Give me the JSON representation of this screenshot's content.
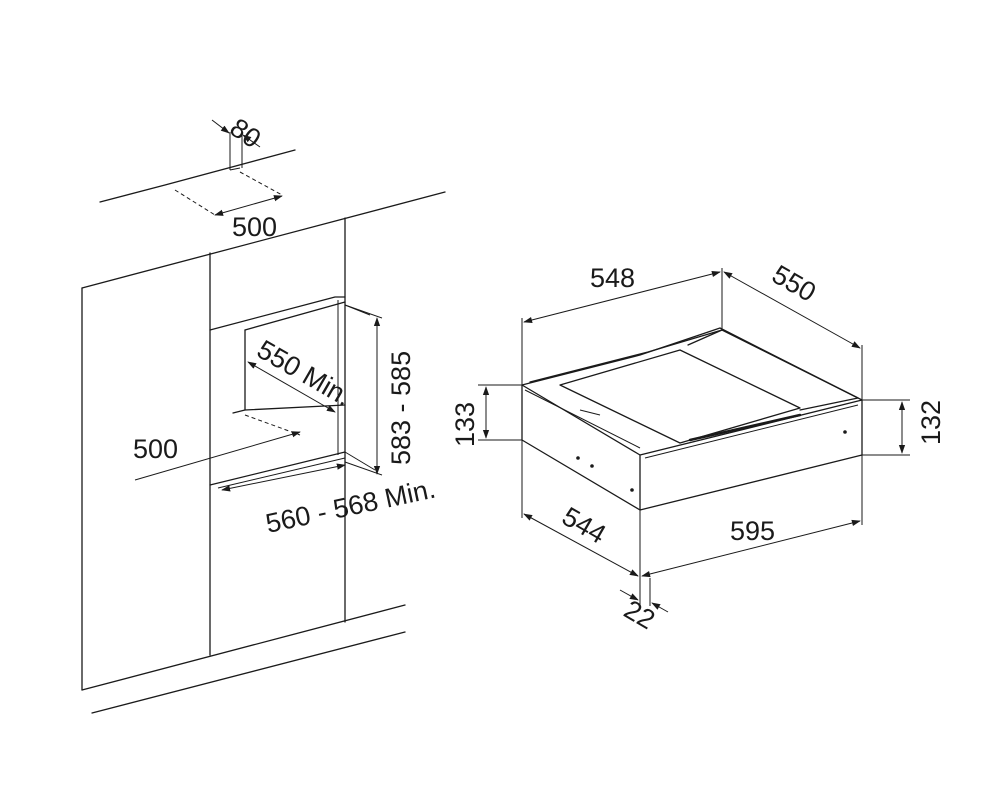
{
  "labels": {
    "depth_80": "80",
    "top_500": "500",
    "niche_depth": "550 Min.",
    "niche_height": "583 - 585",
    "side_500": "500",
    "niche_width": "560 - 568 Min.",
    "top_width": "548",
    "top_depth": "550",
    "body_height": "133",
    "front_height": "132",
    "body_depth": "544",
    "front_width": "595",
    "front_thickness": "22"
  },
  "colors": {
    "line": "#1a1a1a",
    "background": "#ffffff"
  }
}
